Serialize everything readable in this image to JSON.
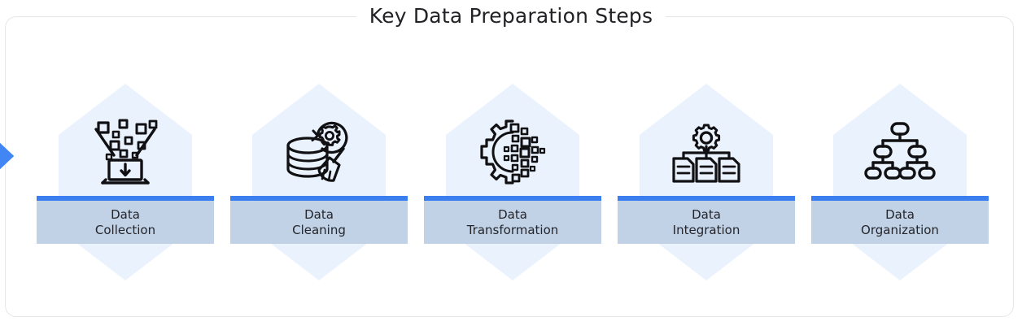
{
  "diagram": {
    "title": "Key Data Preparation Steps",
    "type": "process-flow",
    "colors": {
      "hexagon_fill": "#eaf2fd",
      "label_fill": "#c2d2e6",
      "label_accent": "#3b7ef0",
      "arrow": "#4285f4",
      "icon_stroke": "#111114",
      "frame_border": "#e6e6e8",
      "title_text": "#222226",
      "background": "#ffffff"
    },
    "steps": [
      {
        "index": 1,
        "label_line1": "Data",
        "label_line2": "Collection",
        "label": "Data\nCollection",
        "icon_name": "data-funnel-laptop-icon"
      },
      {
        "index": 2,
        "label_line1": "Data",
        "label_line2": "Cleaning",
        "label": "Data\nCleaning",
        "icon_name": "database-broom-gear-icon"
      },
      {
        "index": 3,
        "label_line1": "Data",
        "label_line2": "Transformation",
        "label": "Data\nTransformation",
        "icon_name": "gear-pixel-grid-icon"
      },
      {
        "index": 4,
        "label_line1": "Data",
        "label_line2": "Integration",
        "label": "Data\nIntegration",
        "icon_name": "gear-documents-icon"
      },
      {
        "index": 5,
        "label_line1": "Data",
        "label_line2": "Organization",
        "label": "Data\nOrganization",
        "icon_name": "hierarchy-tree-icon"
      }
    ],
    "connectors": [
      {
        "index": 1,
        "icon_name": "arrow-right-icon"
      },
      {
        "index": 2,
        "icon_name": "arrow-right-icon"
      },
      {
        "index": 3,
        "icon_name": "arrow-right-icon"
      },
      {
        "index": 4,
        "icon_name": "arrow-right-icon"
      }
    ]
  }
}
